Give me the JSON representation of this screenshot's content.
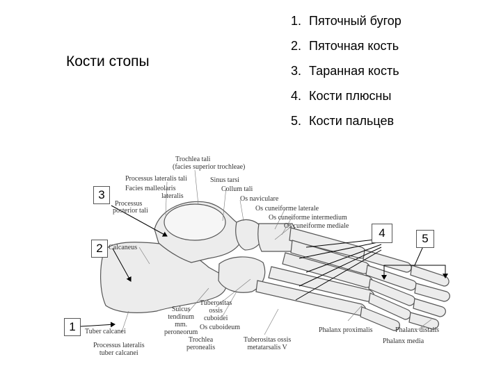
{
  "title": "Кости стопы",
  "legend": [
    {
      "num": "1.",
      "text": "Пяточный бугор"
    },
    {
      "num": "2.",
      "text": "Пяточная кость"
    },
    {
      "num": "3.",
      "text": "Таранная кость"
    },
    {
      "num": "4.",
      "text": "Кости плюсны"
    },
    {
      "num": "5.",
      "text": "Кости пальцев"
    }
  ],
  "markers": [
    "1",
    "2",
    "3",
    "4",
    "5"
  ],
  "anatomy_labels": {
    "trochlea_tali": "Trochlea tali",
    "facies_superior": "(facies superior trochleae)",
    "processus_lateralis_tali": "Processus lateralis tali",
    "facies_malleolaris": "Facies malleolaris",
    "lateralis": "lateralis",
    "sinus_tarsi": "Sinus tarsi",
    "collum_tali": "Collum tali",
    "processus": "Processus",
    "posterior_tali": "posterior tali",
    "os_naviculare": "Os naviculare",
    "os_cuneiforme_laterale": "Os cuneiforme laterale",
    "os_cuneiforme_intermedium": "Os cuneiforme intermedium",
    "os_cuneiforme_mediale": "Os cuneiforme mediale",
    "calcaneus": "Calcaneus",
    "tuberositas_ossis_cuboidei": [
      "Tuberositas",
      "ossis",
      "cuboidei"
    ],
    "sulcus_tendinum": [
      "Sulcus",
      "tendinum",
      "mm.",
      "peroneorum"
    ],
    "os_cuboideum": "Os cuboideum",
    "tuber_calcanei": "Tuber calcanei",
    "processus_lateralis_tuber": [
      "Processus lateralis",
      "tuber calcanei"
    ],
    "trochlea_peronealis": [
      "Trochlea",
      "peronealis"
    ],
    "tuberositas_metatarsalis": [
      "Tuberositas ossis",
      "metatarsalis V"
    ],
    "phalanx_proximalis": "Phalanx proximalis",
    "phalanx_distalis": "Phalanx distalis",
    "phalanx_media": "Phalanx media"
  }
}
